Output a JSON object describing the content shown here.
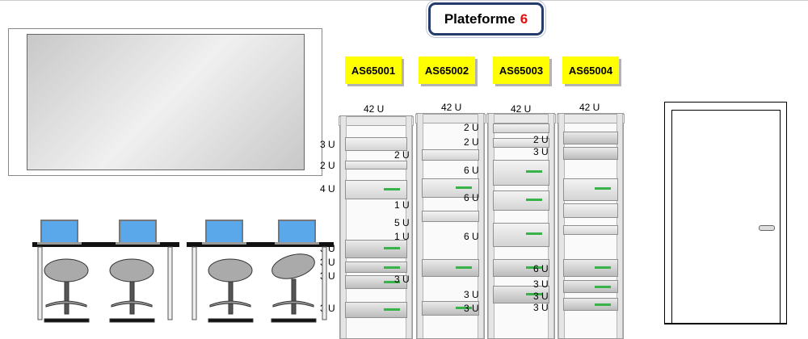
{
  "title": {
    "text": "Plateforme",
    "number": "6"
  },
  "racks": [
    {
      "as": "AS65001",
      "height": "42 U"
    },
    {
      "as": "AS65002",
      "height": "42 U"
    },
    {
      "as": "AS65003",
      "height": "42 U"
    },
    {
      "as": "AS65004",
      "height": "42 U"
    }
  ],
  "unit_labels": {
    "r1": [
      "3 U",
      "2 U",
      "4 U",
      "3 U",
      "3 U",
      "3 U",
      "3 U"
    ],
    "r2": [
      "2 U",
      "2 U",
      "6 U",
      "1 U",
      "5 U",
      "1 U",
      "3 U",
      "3 U",
      "3 U"
    ],
    "r3": [
      "2 U",
      "2 U",
      "3 U",
      "6 U",
      "6 U",
      "6 U",
      "3 U",
      "3 U",
      "3 U"
    ]
  },
  "colors": {
    "accent_red": "#e01010",
    "as_label_bg": "#ffff00",
    "title_border": "#243b6b",
    "laptop_screen": "#5aa7ea"
  }
}
